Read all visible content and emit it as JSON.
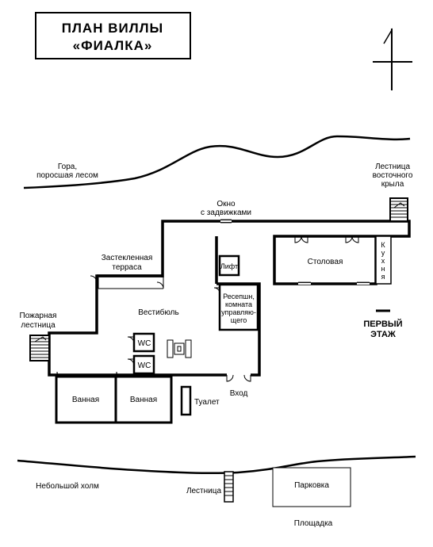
{
  "title": {
    "line1": "ПЛАН ВИЛЛЫ",
    "line2": "«ФИАЛКА»"
  },
  "floor_label": {
    "line1": "ПЕРВЫЙ",
    "line2": "ЭТАЖ"
  },
  "terrain": {
    "hill_top": {
      "line1": "Гора,",
      "line2": "поросшая лесом"
    },
    "hill_bottom": "Небольшой холм",
    "stairs_bottom": "Лестница",
    "parking": "Парковка",
    "square": "Площадка"
  },
  "labels": {
    "window": {
      "line1": "Окно",
      "line2": "с задвижками"
    },
    "east_stairs": {
      "line1": "Лестница",
      "line2": "восточного",
      "line3": "крыла"
    },
    "terrace": {
      "line1": "Застекленная",
      "line2": "терраса"
    },
    "fire_stairs": {
      "line1": "Пожарная",
      "line2": "лестница"
    },
    "dining": "Столовая",
    "kitchen": [
      "К",
      "у",
      "х",
      "н",
      "я"
    ],
    "lift": "Лифт",
    "reception": {
      "line1": "Ресепшн,",
      "line2": "комната",
      "line3": "управляю-",
      "line4": "щего"
    },
    "lobby": "Вестибюль",
    "wc1": "WC",
    "wc2": "WC",
    "bath1": "Ванная",
    "bath2": "Ванная",
    "toilet": "Туалет",
    "entrance": "Вход"
  }
}
